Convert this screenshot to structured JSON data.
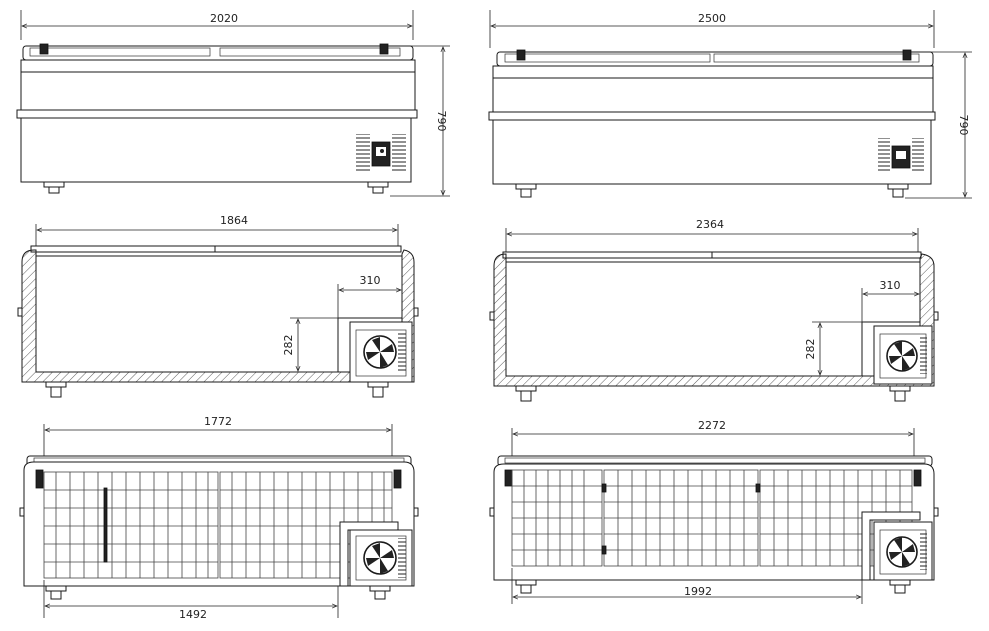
{
  "dims": {
    "front_small_width": "2020",
    "front_large_width": "2500",
    "front_small_height": "790",
    "front_large_height": "790",
    "section_small_inner": "1864",
    "section_large_inner": "2364",
    "section_small_step_w": "310",
    "section_large_step_w": "310",
    "section_small_step_h": "282",
    "section_large_step_h": "282",
    "basket_small_top": "1772",
    "basket_large_top": "2272",
    "basket_small_bottom": "1492",
    "basket_large_bottom": "1992"
  }
}
